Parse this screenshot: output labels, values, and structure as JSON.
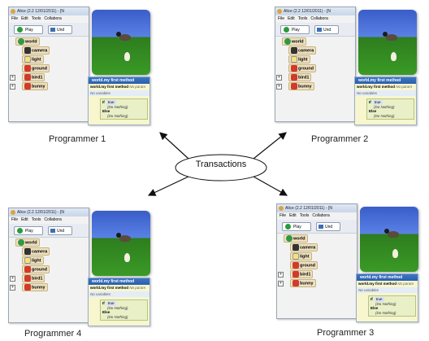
{
  "panels": [
    {
      "id": "p1",
      "window_title": "Alice (2.2  12/01/2011) - [N",
      "menu": [
        "File",
        "Edit",
        "Tools",
        "Collabora"
      ],
      "play_label": "Play",
      "undo_label": "Und",
      "tree": [
        "world",
        "camera",
        "light",
        "ground",
        "bird1",
        "bunny"
      ],
      "method_tab": "world.my first method",
      "method_header": "world.my first method",
      "method_params": "No param",
      "no_variables": "No variables",
      "if_kw": "If",
      "if_cond": "true",
      "do_nothing_1": "(Do Nothing)",
      "else_kw": "Else",
      "do_nothing_2": "(Do Nothing)",
      "caption": "Programmer 1"
    },
    {
      "id": "p2",
      "window_title": "Alice (2.2  12/01/2011) - [N",
      "menu": [
        "File",
        "Edit",
        "Tools",
        "Collabora"
      ],
      "play_label": "Play",
      "undo_label": "Und",
      "tree": [
        "world",
        "camera",
        "light",
        "ground",
        "bird1",
        "bunny"
      ],
      "method_tab": "world.my first method",
      "method_header": "world.my first method",
      "method_params": "No param",
      "no_variables": "No variables",
      "if_kw": "If",
      "if_cond": "true",
      "do_nothing_1": "(Do Nothing)",
      "else_kw": "Else",
      "do_nothing_2": "(Do Nothing)",
      "caption": "Programmer 2"
    },
    {
      "id": "p4",
      "window_title": "Alice (2.2  12/01/2011) - [N",
      "menu": [
        "File",
        "Edit",
        "Tools",
        "Collabora"
      ],
      "play_label": "Play",
      "undo_label": "Und",
      "tree": [
        "world",
        "camera",
        "light",
        "ground",
        "bird1",
        "bunny"
      ],
      "method_tab": "world.my first method",
      "method_header": "world.my first method",
      "method_params": "No param",
      "no_variables": "No variables",
      "if_kw": "If",
      "if_cond": "true",
      "do_nothing_1": "(Do Nothing)",
      "else_kw": "Else",
      "do_nothing_2": "(Do Nothing)",
      "caption": "Programmer 4"
    },
    {
      "id": "p3",
      "window_title": "Alice (2.2  12/01/2011) - [N",
      "menu": [
        "File",
        "Edit",
        "Tools",
        "Collabora"
      ],
      "play_label": "Play",
      "undo_label": "Und",
      "tree": [
        "world",
        "camera",
        "light",
        "ground",
        "bird1",
        "bunny"
      ],
      "method_tab": "world.my first method",
      "method_header": "world.my first method",
      "method_params": "No param",
      "no_variables": "No variables",
      "if_kw": "If",
      "if_cond": "true",
      "do_nothing_1": "(Do Nothing)",
      "else_kw": "Else",
      "do_nothing_2": "(Do Nothing)",
      "caption": "Programmer 3"
    }
  ],
  "center_label": "Transactions",
  "icons": {
    "tree": [
      "world-icon",
      "camera-icon",
      "light-icon",
      "ground-icon",
      "bird1-icon",
      "bunny-icon"
    ]
  }
}
